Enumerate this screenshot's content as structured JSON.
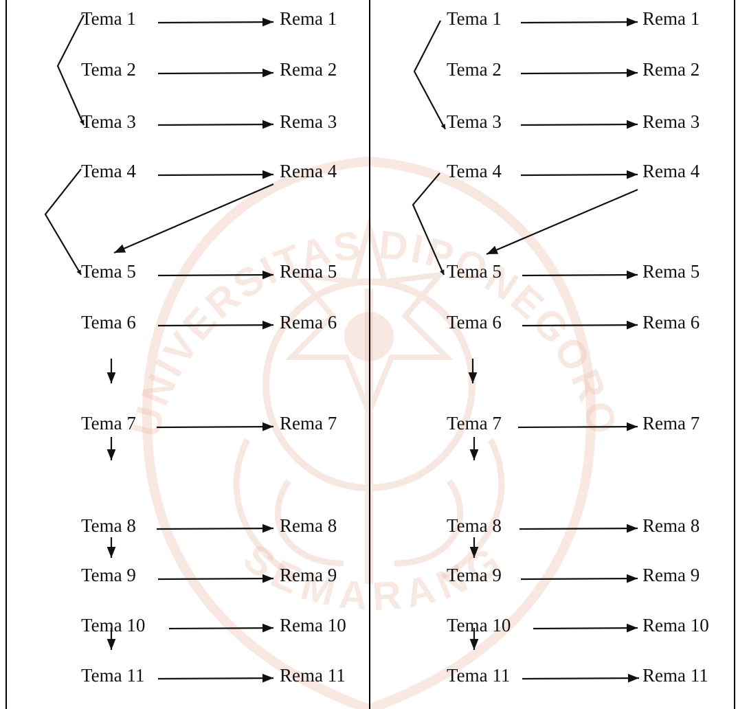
{
  "colors": {
    "line": "#111111",
    "watermark": "#e8b7a3",
    "border": "#000000",
    "background": "#ffffff"
  },
  "watermark": {
    "text_top": "UNIVERSITAS DIPONEGORO",
    "text_bottom": "SEMARANG"
  },
  "left_panel": {
    "themes": [
      "Tema 1",
      "Tema 2",
      "Tema 3",
      "Tema 4",
      "Tema 5",
      "Tema 6",
      "Tema 7",
      "Tema 8",
      "Tema 9",
      "Tema 10",
      "Tema 11"
    ],
    "rhemes": [
      "Rema 1",
      "Rema 2",
      "Rema 3",
      "Rema 4",
      "Rema 5",
      "Rema 6",
      "Rema 7",
      "Rema 8",
      "Rema 9",
      "Rema 10",
      "Rema 11"
    ]
  },
  "right_panel": {
    "themes": [
      "Tema 1",
      "Tema 2",
      "Tema 3",
      "Tema 4",
      "Tema 5",
      "Tema 6",
      "Tema 7",
      "Tema 8",
      "Tema 9",
      "Tema 10",
      "Tema 11"
    ],
    "rhemes": [
      "Rema 1",
      "Rema 2",
      "Rema 3",
      "Rema 4",
      "Rema 5",
      "Rema 6",
      "Rema 7",
      "Rema 8",
      "Rema 9",
      "Rema 10",
      "Rema 11"
    ]
  }
}
